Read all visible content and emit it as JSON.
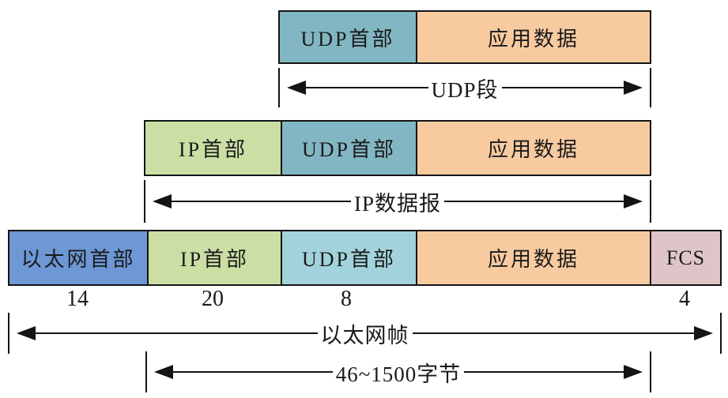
{
  "rows": [
    {
      "id": "udp-segment-row",
      "segments": [
        {
          "label": "UDP首部"
        },
        {
          "label": "应用数据"
        }
      ],
      "span_label": "UDP段"
    },
    {
      "id": "ip-datagram-row",
      "segments": [
        {
          "label": "IP首部"
        },
        {
          "label": "UDP首部"
        },
        {
          "label": "应用数据"
        }
      ],
      "span_label": "IP数据报"
    },
    {
      "id": "ethernet-frame-row",
      "segments": [
        {
          "label": "以太网首部",
          "size": "14"
        },
        {
          "label": "IP首部",
          "size": "20"
        },
        {
          "label": "UDP首部",
          "size": "8"
        },
        {
          "label": "应用数据",
          "size": ""
        },
        {
          "label": "FCS",
          "size": "4"
        }
      ],
      "span_label": "以太网帧",
      "payload_span_label": "46~1500字节"
    }
  ],
  "colors": {
    "udp_header": "#82b6c3",
    "app_data": "#f7caa0",
    "ip_header": "#cbdfa5",
    "ethernet_header": "#6d97d5",
    "udp_header_frame_row": "#a2d3dd",
    "fcs": "#dfc5c8",
    "line": "#141414",
    "background": "#ffffff"
  }
}
